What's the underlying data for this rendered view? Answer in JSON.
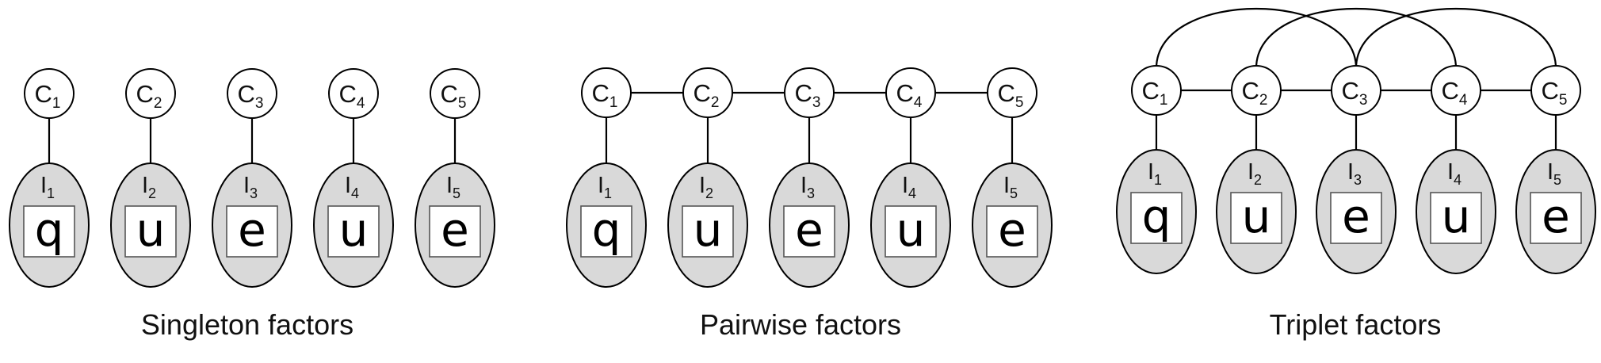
{
  "panels": [
    {
      "caption": "Singleton factors",
      "structure": "singleton",
      "variables": [
        {
          "c": "C",
          "c_sub": "1",
          "i": "I",
          "i_sub": "1",
          "char": "q"
        },
        {
          "c": "C",
          "c_sub": "2",
          "i": "I",
          "i_sub": "2",
          "char": "u"
        },
        {
          "c": "C",
          "c_sub": "3",
          "i": "I",
          "i_sub": "3",
          "char": "e"
        },
        {
          "c": "C",
          "c_sub": "4",
          "i": "I",
          "i_sub": "4",
          "char": "u"
        },
        {
          "c": "C",
          "c_sub": "5",
          "i": "I",
          "i_sub": "5",
          "char": "e"
        }
      ]
    },
    {
      "caption": "Pairwise factors",
      "structure": "pairwise",
      "variables": [
        {
          "c": "C",
          "c_sub": "1",
          "i": "I",
          "i_sub": "1",
          "char": "q"
        },
        {
          "c": "C",
          "c_sub": "2",
          "i": "I",
          "i_sub": "2",
          "char": "u"
        },
        {
          "c": "C",
          "c_sub": "3",
          "i": "I",
          "i_sub": "3",
          "char": "e"
        },
        {
          "c": "C",
          "c_sub": "4",
          "i": "I",
          "i_sub": "4",
          "char": "u"
        },
        {
          "c": "C",
          "c_sub": "5",
          "i": "I",
          "i_sub": "5",
          "char": "e"
        }
      ]
    },
    {
      "caption": "Triplet factors",
      "structure": "triplet",
      "variables": [
        {
          "c": "C",
          "c_sub": "1",
          "i": "I",
          "i_sub": "1",
          "char": "q"
        },
        {
          "c": "C",
          "c_sub": "2",
          "i": "I",
          "i_sub": "2",
          "char": "u"
        },
        {
          "c": "C",
          "c_sub": "3",
          "i": "I",
          "i_sub": "3",
          "char": "e"
        },
        {
          "c": "C",
          "c_sub": "4",
          "i": "I",
          "i_sub": "4",
          "char": "u"
        },
        {
          "c": "C",
          "c_sub": "5",
          "i": "I",
          "i_sub": "5",
          "char": "e"
        }
      ]
    }
  ],
  "colors": {
    "image_node_fill": "#d9d9d9",
    "stroke": "#000000",
    "background": "#ffffff"
  }
}
